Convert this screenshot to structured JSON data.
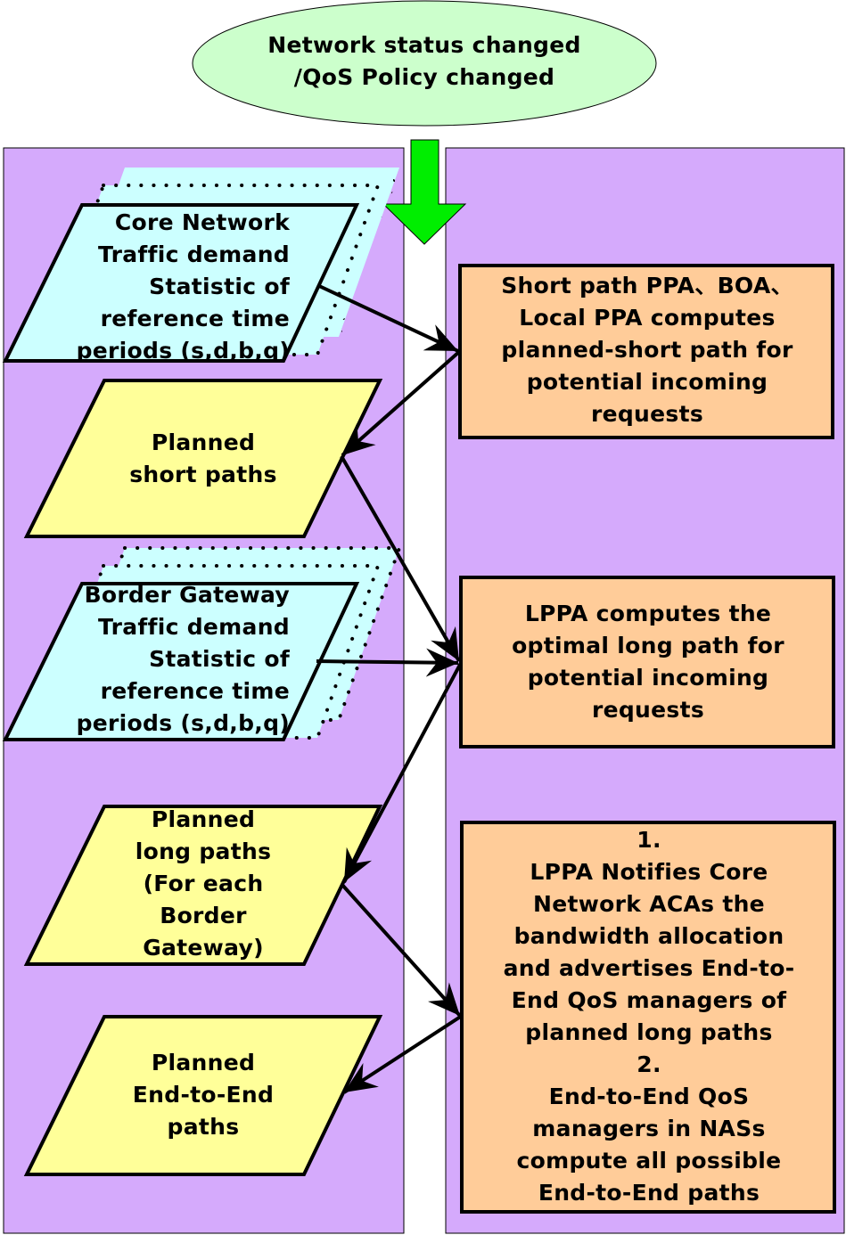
{
  "colors": {
    "lane_fill": "#d5aafc",
    "trigger_fill": "#ccffcc",
    "data_fill": "#ccffff",
    "output_fill": "#ffff99",
    "process_fill": "#ffcc99",
    "start_arrow": "#00ee00",
    "stroke": "#000000"
  },
  "trigger": {
    "lines": [
      "Network status changed",
      "/QoS Policy changed"
    ]
  },
  "inputs": {
    "core_network": {
      "lines": [
        "Core Network",
        "Traffic demand",
        "Statistic of",
        "reference time",
        "periods (s,d,b,q)"
      ]
    },
    "border_gateway": {
      "lines": [
        "Border Gateway",
        "Traffic demand",
        "Statistic of",
        "reference time",
        "periods (s,d,b,q)"
      ]
    }
  },
  "outputs": {
    "planned_short": {
      "lines": [
        "Planned",
        "short paths"
      ]
    },
    "planned_long": {
      "lines": [
        "Planned",
        "long paths",
        "(For each",
        "Border",
        "Gateway)"
      ]
    },
    "planned_e2e": {
      "lines": [
        "Planned",
        "End-to-End",
        "paths"
      ]
    }
  },
  "processes": {
    "short_path": {
      "lines": [
        "Short path PPA、BOA、",
        "Local PPA computes",
        "planned-short path for",
        "potential incoming",
        "requests"
      ]
    },
    "lppa": {
      "lines": [
        "LPPA computes the",
        "optimal long path for",
        "potential incoming",
        "requests"
      ]
    },
    "notify": {
      "lines": [
        "1.",
        "LPPA Notifies Core",
        "Network ACAs  the",
        "bandwidth allocation",
        "and advertises End-to-",
        "End QoS managers of",
        "planned long paths",
        "2.",
        "End-to-End QoS",
        "managers in NASs",
        "compute all  possible",
        "End-to-End paths"
      ]
    }
  }
}
